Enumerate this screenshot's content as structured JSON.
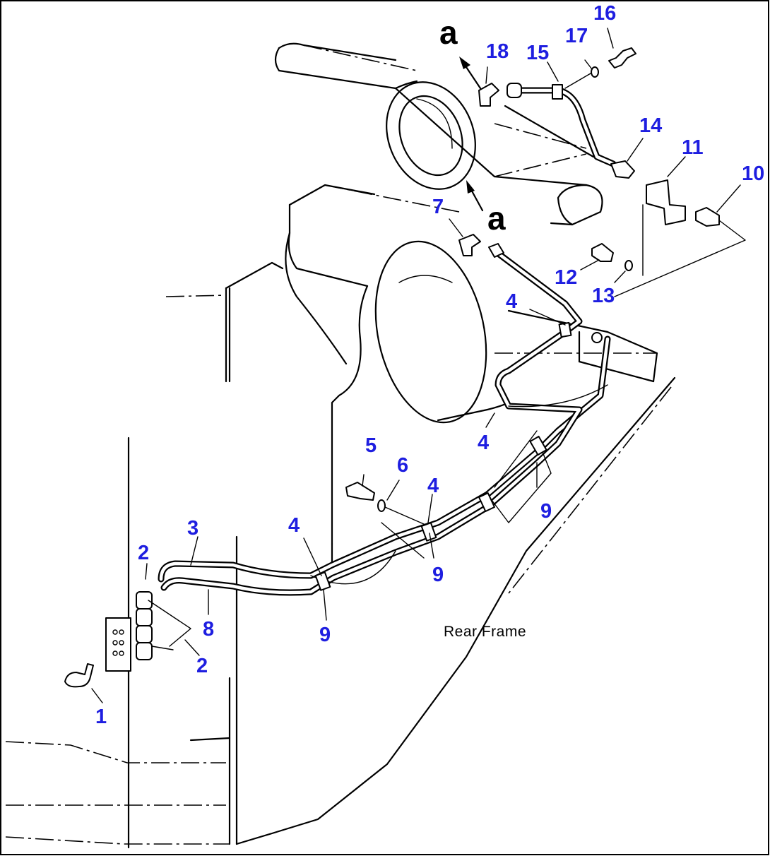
{
  "callouts": {
    "c1": "1",
    "c2a": "2",
    "c2b": "2",
    "c3": "3",
    "c4a": "4",
    "c4b": "4",
    "c4c": "4",
    "c4d": "4",
    "c5": "5",
    "c6": "6",
    "c7": "7",
    "c8": "8",
    "c9a": "9",
    "c9b": "9",
    "c9c": "9",
    "c10": "10",
    "c11": "11",
    "c12": "12",
    "c13": "13",
    "c14": "14",
    "c15": "15",
    "c16": "16",
    "c17": "17",
    "c18": "18"
  },
  "connection_marks": {
    "top": "a",
    "middle": "a"
  },
  "labels": {
    "rear_frame": "Rear Frame"
  },
  "colors": {
    "callout": "#1e1ee0",
    "linework": "#000000",
    "background": "#ffffff"
  }
}
